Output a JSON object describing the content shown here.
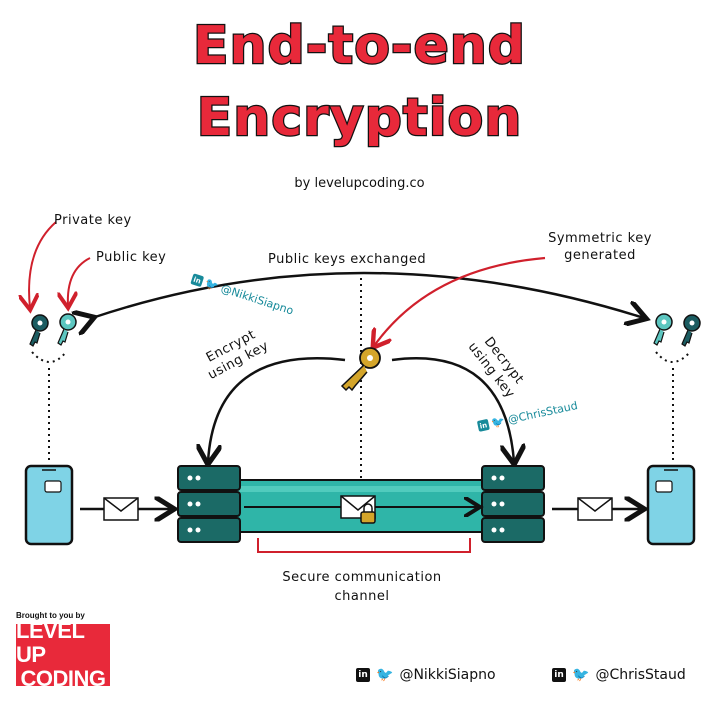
{
  "title": {
    "line1": "End-to-end",
    "line2": "Encryption",
    "byline": "by levelupcoding.co"
  },
  "labels": {
    "private_key": "Private key",
    "public_key": "Public key",
    "public_keys_exchanged": "Public keys exchanged",
    "symmetric_key_line1": "Symmetric key",
    "symmetric_key_line2": "generated",
    "encrypt_line1": "Encrypt",
    "encrypt_line2": "using key",
    "decrypt_line1": "Decrypt",
    "decrypt_line2": "using key",
    "secure_channel_line1": "Secure communication",
    "secure_channel_line2": "channel"
  },
  "watermarks": {
    "left": "@NikkiSiapno",
    "right": "@ChrisStaud"
  },
  "footer": {
    "brought_by": "Brought to you by",
    "brand_line1": "LEVEL UP",
    "brand_line2": "CODING",
    "handle1": "@NikkiSiapno",
    "handle2": "@ChrisStaud",
    "linkedin_glyph": "in",
    "twitter_glyph": "🐦"
  },
  "colors": {
    "title_red": "#e8293a",
    "teal_dark": "#1b5c61",
    "teal": "#2fb5a8",
    "key_gold": "#d4a52a",
    "phone_blue": "#7fd3e6",
    "arrow_red": "#d0202c"
  },
  "icons": {
    "private_key": "dark-key-icon",
    "public_key": "teal-key-icon",
    "symmetric_key": "gold-key-icon",
    "envelope": "envelope-icon",
    "lock": "padlock-icon",
    "phone": "smartphone-icon",
    "server": "server-stack-icon"
  }
}
